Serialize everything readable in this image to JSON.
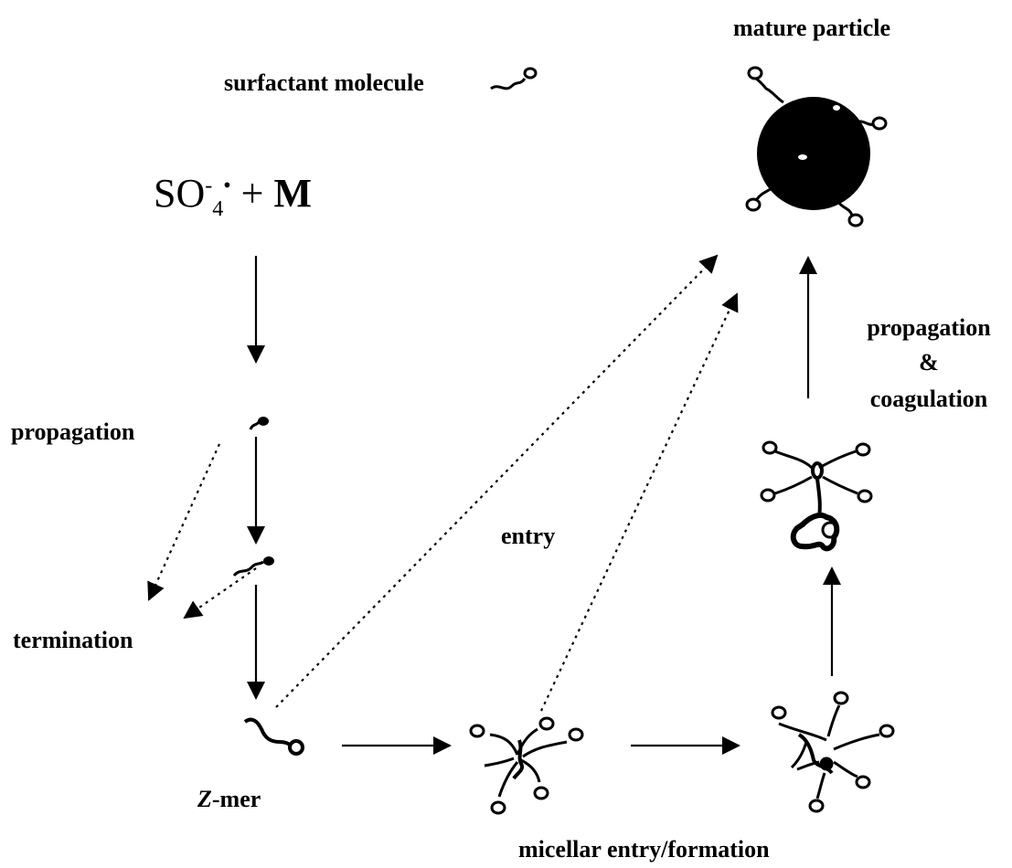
{
  "labels": {
    "mature_particle": "mature particle",
    "surfactant_molecule": "surfactant molecule",
    "propagation_left": "propagation",
    "termination": "termination",
    "entry": "entry",
    "propagation_coagulation_1": "propagation",
    "propagation_coagulation_2": "&",
    "propagation_coagulation_3": "coagulation",
    "micellar_entry_formation": "micellar entry/formation",
    "zmer_italic": "Z",
    "zmer_rest": "-mer"
  },
  "formula": {
    "so": "SO",
    "charge": "-",
    "subscript": "4",
    "radical": "•",
    "plus": " + ",
    "monomer": "M"
  }
}
